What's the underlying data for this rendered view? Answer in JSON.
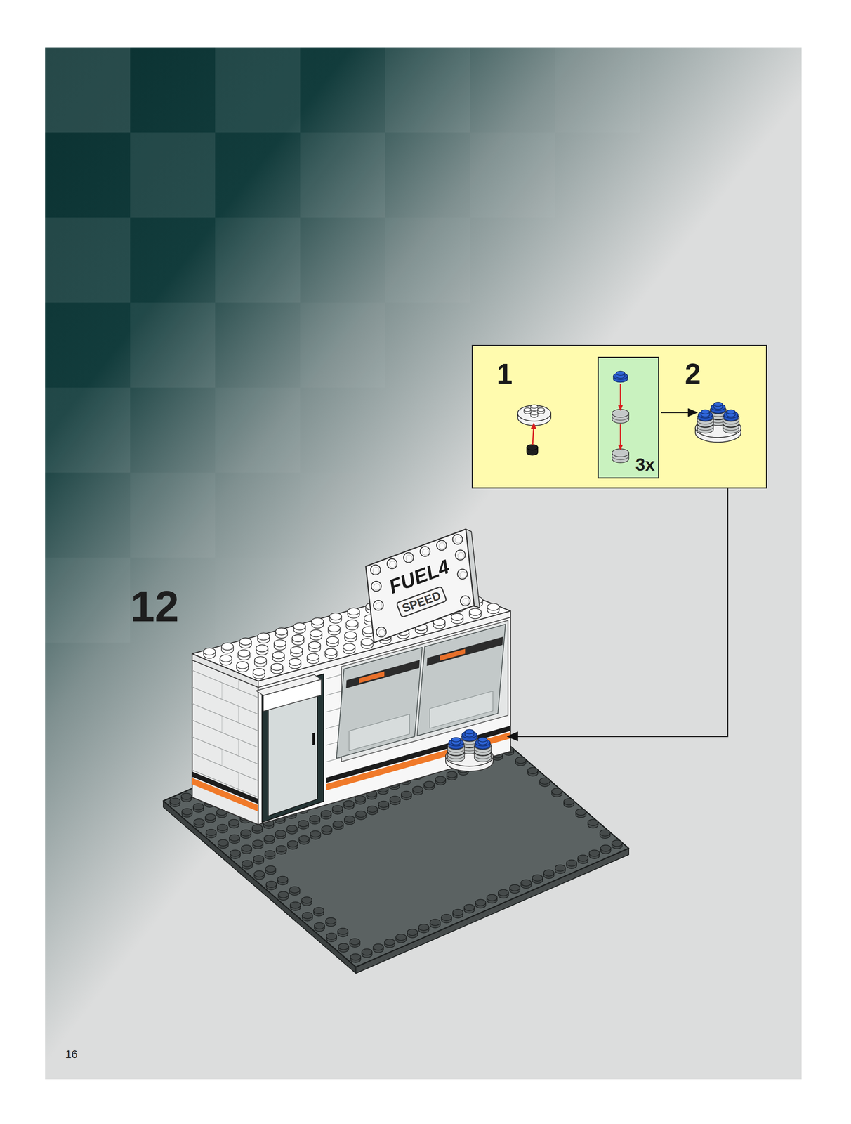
{
  "diagram": {
    "nodes": [
      {
        "text": [
          "1",
          "2"
        ]
      },
      {
        "text": [
          "3x"
        ],
        "in": 0
      }
    ],
    "labels": [
      "FUEL4",
      "SPEED",
      "12",
      "16"
    ]
  }
}
